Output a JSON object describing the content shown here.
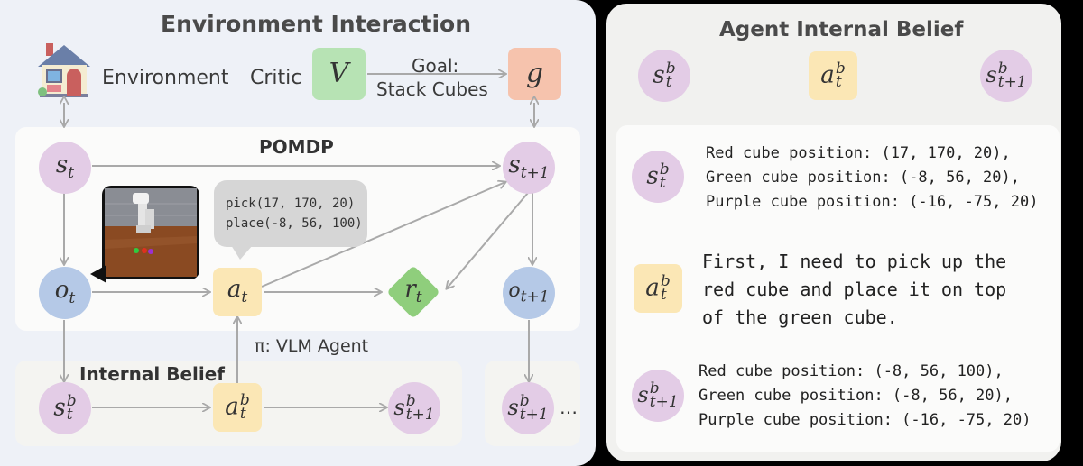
{
  "left": {
    "title": "Environment Interaction",
    "environment_label": "Environment",
    "critic_label": "Critic",
    "critic_symbol": "V",
    "goal_arrow_label_line1": "Goal:",
    "goal_arrow_label_line2": "Stack Cubes",
    "goal_symbol": "g",
    "pomdp_title": "POMDP",
    "speech_line1": "pick(17, 170, 20)",
    "speech_line2": "place(-8, 56, 100)",
    "policy_label": "π:  VLM Agent",
    "internal_belief_title": "Internal Belief",
    "ellipsis": "…"
  },
  "symbols": {
    "s": "s",
    "o": "o",
    "a": "a",
    "r": "r",
    "t": "t",
    "t1": "t+1",
    "b": "b"
  },
  "right": {
    "title": "Agent Internal Belief",
    "state_t_desc": [
      "Red cube position: (17, 170, 20),",
      "Green cube position: (-8, 56, 20),",
      "Purple cube position: (-16, -75, 20)"
    ],
    "action_desc": [
      "First, I need to pick up the",
      "red cube and place it on top",
      "of the green cube."
    ],
    "state_t1_desc": [
      "Red cube position: (-8, 56, 100),",
      "Green cube position: (-8, 56, 20),",
      "Purple cube position: (-16, -75, 20)"
    ]
  },
  "colors": {
    "state": "#e3cce6",
    "observation": "#b5c9e7",
    "action": "#fbe7b5",
    "reward": "#8fce7c",
    "critic": "#b7e3b4",
    "goal": "#f6c3ad",
    "arrow": "#a9a9a9"
  },
  "icons": [
    "house-icon",
    "robot-arm-scene-image"
  ]
}
